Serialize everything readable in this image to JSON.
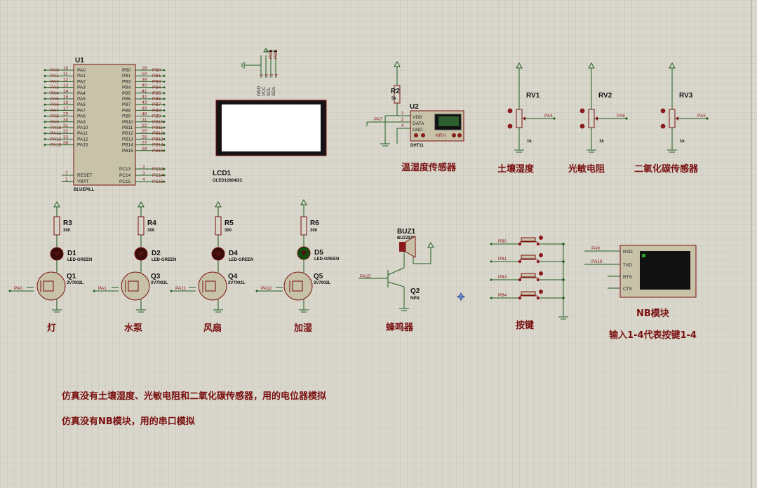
{
  "mcu": {
    "ref": "U1",
    "part": "BLUEPILL",
    "left_pins": [
      {
        "net": "PA0",
        "num": "10",
        "name": "PA0"
      },
      {
        "net": "PA1",
        "num": "11",
        "name": "PA1"
      },
      {
        "net": "PA2",
        "num": "12",
        "name": "PA2"
      },
      {
        "net": "PA3",
        "num": "13",
        "name": "PA3"
      },
      {
        "net": "PA4",
        "num": "14",
        "name": "PA4"
      },
      {
        "net": "PA5",
        "num": "15",
        "name": "PA5"
      },
      {
        "net": "PA6",
        "num": "16",
        "name": "PA6"
      },
      {
        "net": "PA7",
        "num": "17",
        "name": "PA7"
      },
      {
        "net": "PA8",
        "num": "29",
        "name": "PA8"
      },
      {
        "net": "PA9",
        "num": "30",
        "name": "PA9"
      },
      {
        "net": "PA10",
        "num": "31",
        "name": "PA10"
      },
      {
        "net": "PA11",
        "num": "32",
        "name": "PA11"
      },
      {
        "net": "PA12",
        "num": "33",
        "name": "PA12"
      },
      {
        "net": "PA15",
        "num": "38",
        "name": "PA15"
      }
    ],
    "left_lower_pins": [
      {
        "num": "7",
        "name": "RESET"
      },
      {
        "num": "1",
        "name": "VBAT"
      }
    ],
    "right_pins": [
      {
        "net": "PB0",
        "num": "18",
        "name": "PB0"
      },
      {
        "net": "PB1",
        "num": "19",
        "name": "PB1"
      },
      {
        "net": "PB3",
        "num": "39",
        "name": "PB3"
      },
      {
        "net": "PB4",
        "num": "40",
        "name": "PB4"
      },
      {
        "net": "PB5",
        "num": "41",
        "name": "PB5"
      },
      {
        "net": "PB6",
        "num": "42",
        "name": "PB6"
      },
      {
        "net": "PB7",
        "num": "43",
        "name": "PB7"
      },
      {
        "net": "PB8",
        "num": "45",
        "name": "PB8"
      },
      {
        "net": "PB9",
        "num": "46",
        "name": "PB9"
      },
      {
        "net": "PB10",
        "num": "21",
        "name": "PB10"
      },
      {
        "net": "PB11",
        "num": "22",
        "name": "PB11"
      },
      {
        "net": "PB12",
        "num": "25",
        "name": "PB12"
      },
      {
        "net": "PB13",
        "num": "26",
        "name": "PB13"
      },
      {
        "net": "PB14",
        "num": "27",
        "name": "PB14"
      },
      {
        "net": "PB15",
        "num": "28",
        "name": "PB15"
      }
    ],
    "right_lower_pins": [
      {
        "net": "PC13",
        "num": "2",
        "name": "PC13"
      },
      {
        "net": "PC14",
        "num": "3",
        "name": "PC14"
      },
      {
        "net": "PC15",
        "num": "4",
        "name": "PC15"
      }
    ]
  },
  "lcd": {
    "ref": "LCD1",
    "part": "OLED12864I2C",
    "pins": [
      "GND",
      "VCC",
      "SCL",
      "SDA"
    ],
    "pin_nums": [
      "1",
      "2",
      "3",
      "4"
    ],
    "nets": [
      "PB7",
      "PB6"
    ]
  },
  "dht": {
    "res_ref": "R2",
    "res_val": "5k",
    "ref": "U2",
    "part": "DHT11",
    "pins": [
      "VDD",
      "DATA",
      "GND"
    ],
    "pin_nums": [
      "1",
      "2",
      "4"
    ],
    "net": "PA7",
    "display": "%RH",
    "caption": "温湿度传感器"
  },
  "pots": [
    {
      "ref": "RV1",
      "val": "1k",
      "net": "PA4",
      "caption": "土壤湿度"
    },
    {
      "ref": "RV2",
      "val": "1k",
      "net": "PA6",
      "caption": "光敏电阻"
    },
    {
      "ref": "RV3",
      "val": "1k",
      "net": "PA5",
      "caption": "二氧化碳传感器"
    }
  ],
  "drivers": [
    {
      "rref": "R3",
      "rval": "300",
      "dref": "D1",
      "dval": "LED-GREEN",
      "qref": "Q1",
      "qval": "2V7002L",
      "net": "PA0",
      "caption": "灯",
      "on": false
    },
    {
      "rref": "R4",
      "rval": "300",
      "dref": "D2",
      "dval": "LED-GREEN",
      "qref": "Q3",
      "qval": "2V7002L",
      "net": "PA1",
      "caption": "水泵",
      "on": false
    },
    {
      "rref": "R5",
      "rval": "300",
      "dref": "D4",
      "dval": "LED-GREEN",
      "qref": "Q4",
      "qval": "2V7002L",
      "net": "PA11",
      "caption": "风扇",
      "on": false
    },
    {
      "rref": "R6",
      "rval": "300",
      "dref": "D5",
      "dval": "LED-GREEN",
      "qref": "Q5",
      "qval": "2V7002L",
      "net": "PA12",
      "caption": "加湿",
      "on": true
    }
  ],
  "buzzer": {
    "ref": "BUZ1",
    "part": "BUZZER",
    "qref": "Q2",
    "qval": "NPN",
    "net": "PA15",
    "caption": "蜂鸣器"
  },
  "keys": {
    "nets": [
      "PB0",
      "PB1",
      "PB3",
      "PB4"
    ],
    "caption": "按键"
  },
  "nb": {
    "nets": [
      "PA9",
      "PA10"
    ],
    "pins": [
      "RXD",
      "TXD",
      "RTS",
      "CTS"
    ],
    "caption": "NB模块",
    "caption2": "输入1-4代表按键1-4"
  },
  "notes": [
    "仿真没有土壤湿度、光敏电阻和二氧化碳传感器，用的电位器模拟",
    "仿真没有NB模块，用的串口模拟"
  ],
  "colors": {
    "background": "#d9d7cc",
    "grid": "#b9b7ad",
    "wire": "#1f5d1f",
    "component": "#7a1010",
    "body_fill": "#c7c2a8",
    "led_off": "#3a0d0d",
    "led_on": "#0f4d0f"
  }
}
